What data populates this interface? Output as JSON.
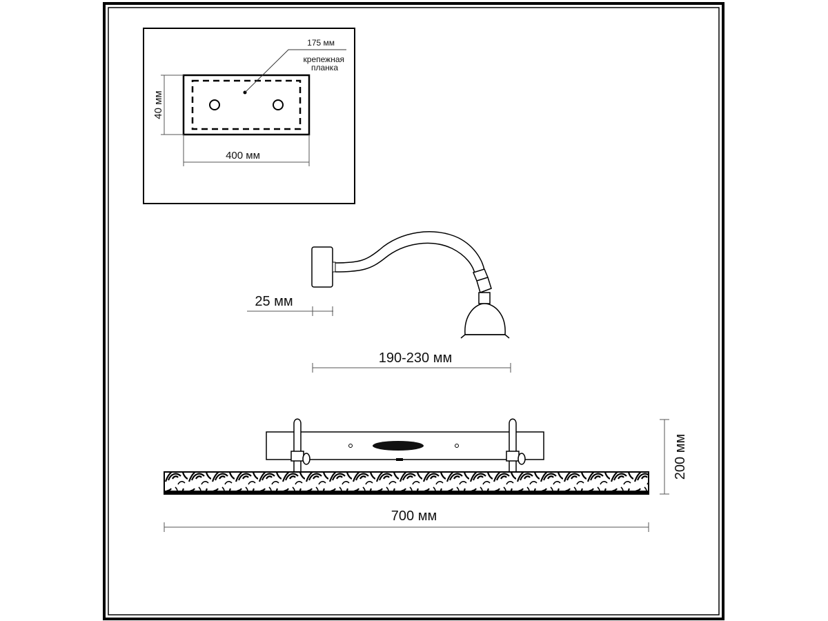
{
  "mount_plate": {
    "dim_center": "175 мм",
    "plate_label_line1": "крепежная",
    "plate_label_line2": "планка",
    "dim_height": "40 мм",
    "dim_width": "400 мм"
  },
  "side_view": {
    "dim_depth": "25 мм",
    "dim_reach": "190-230 мм"
  },
  "front_view": {
    "dim_height": "200 мм",
    "dim_width": "700 мм"
  }
}
